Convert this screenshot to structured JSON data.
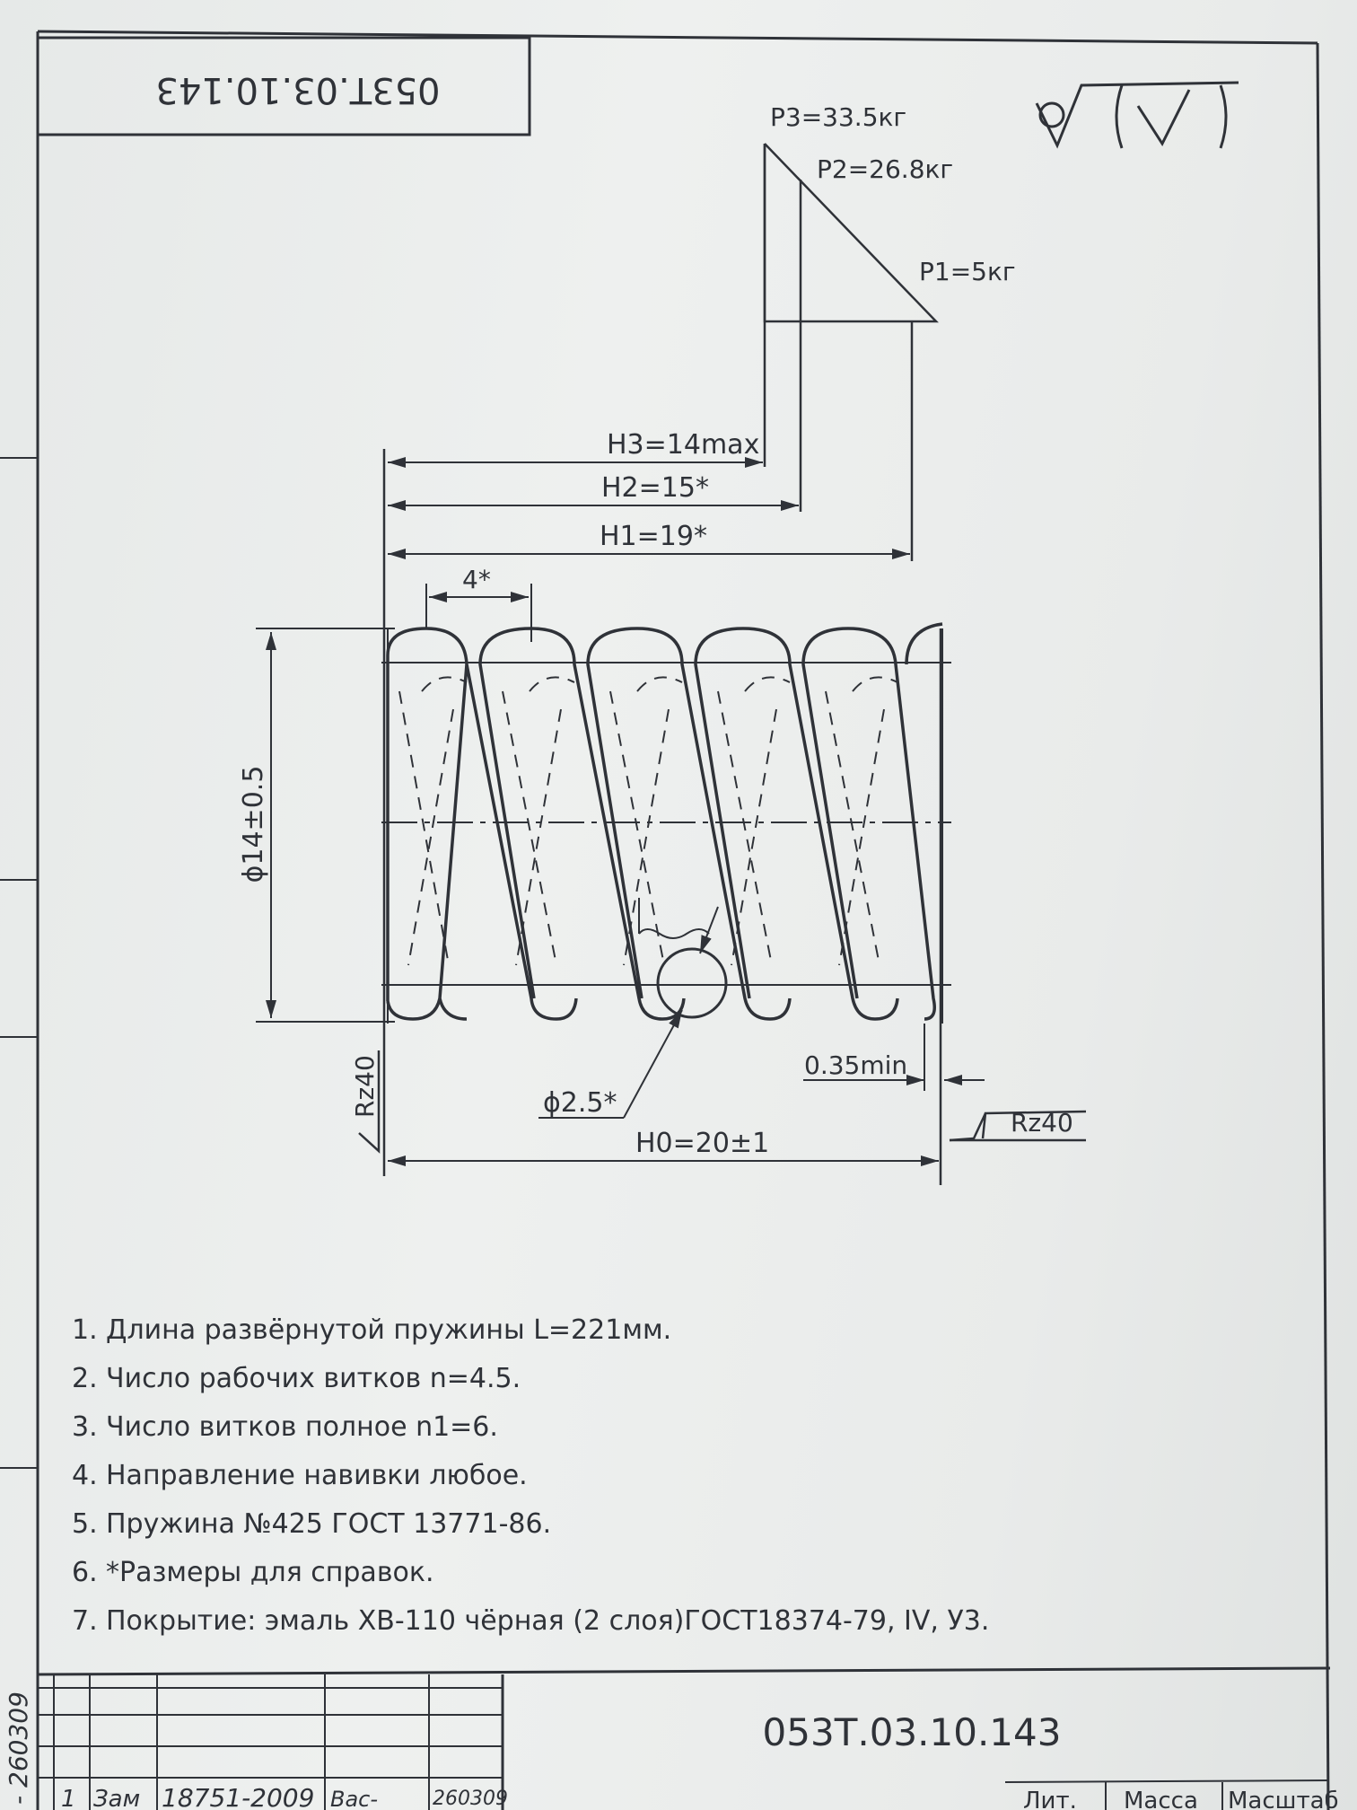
{
  "stamp_code_top": "053Т.03.10.143",
  "roughness": {
    "general_symbol": "∀(√)",
    "rz_end": "Rz40",
    "rz_side": "Rz40"
  },
  "loads": {
    "p3": "P3=33.5кг",
    "p2": "P2=26.8кг",
    "p1": "P1=5кг"
  },
  "dimensions": {
    "h3": "H3=14max",
    "h2": "H2=15*",
    "h1": "H1=19*",
    "pitch": "4*",
    "outer_diameter": "ϕ14±0.5",
    "wire_diameter": "ϕ2.5*",
    "end_gap": "0.35min",
    "h0": "H0=20±1"
  },
  "notes": [
    {
      "num": "1.",
      "text": "Длина развёрнутой пружины L=221мм."
    },
    {
      "num": "2.",
      "text": "Число рабочих витков n=4.5."
    },
    {
      "num": "3.",
      "text": "Число витков полное n1=6."
    },
    {
      "num": "4.",
      "text": "Направление навивки любое."
    },
    {
      "num": "5.",
      "text": "Пружина №425 ГОСТ 13771-86."
    },
    {
      "num": "6.",
      "text": "*Размеры для справок."
    },
    {
      "num": "7.",
      "text": "Покрытие: эмаль ХВ-110 чёрная (2 слоя)ГОСТ18374-79, IV, У3."
    }
  ],
  "title_block": {
    "code": "053Т.03.10.143",
    "rev_num": "1",
    "rev_change": "Зам",
    "rev_doc": "18751-2009",
    "rev_signature": "Вас-",
    "rev_date": "260309",
    "side_margin_text": "- 260309",
    "col_lit": "Лит.",
    "col_mass": "Масса",
    "col_scale": "Масштаб"
  }
}
